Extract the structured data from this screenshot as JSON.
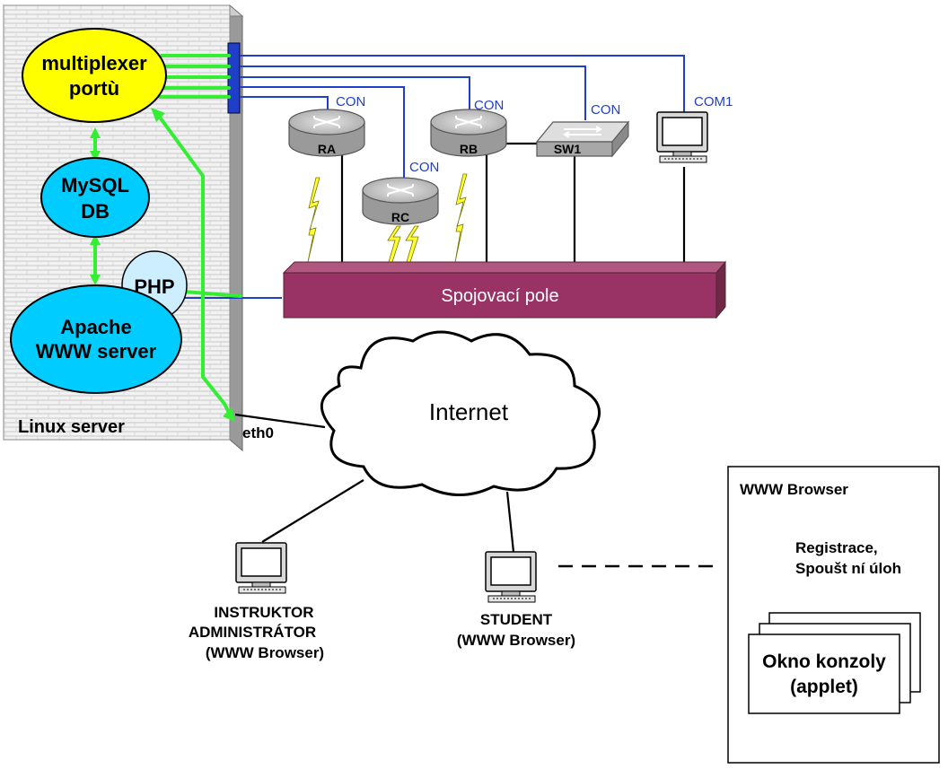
{
  "colors": {
    "green_link": "#33ee33",
    "blue_link": "#1f3fc8",
    "multiplexer_fill": "#ffff00",
    "mysql_fill": "#00ccff",
    "apache_fill": "#00ccff",
    "php_fill": "#cceeff",
    "patch_panel_fill": "#993366",
    "server_bg": "#f0f0f0",
    "router_fill": "#b9b9b9",
    "label_blue": "#1f3fc8"
  },
  "server": {
    "multiplexer_line1": "multiplexer",
    "multiplexer_line2": "portù",
    "mysql_line1": "MySQL",
    "mysql_line2": "DB",
    "php": "PHP",
    "apache_line1": "Apache",
    "apache_line2": "WWW server",
    "footer": "Linux server",
    "eth": "eth0"
  },
  "devices": {
    "ra": {
      "name": "RA",
      "port": "CON",
      "icon": "router-icon"
    },
    "rb": {
      "name": "RB",
      "port": "CON",
      "icon": "router-icon"
    },
    "rc": {
      "name": "RC",
      "port": "CON",
      "icon": "router-icon"
    },
    "sw1": {
      "name": "SW1",
      "port": "CON",
      "icon": "switch-icon"
    },
    "pc": {
      "port": "COM1",
      "icon": "computer-icon"
    }
  },
  "patch_panel": {
    "label": "Spojovací pole"
  },
  "internet": {
    "label": "Internet",
    "icon": "cloud-icon"
  },
  "clients": {
    "instructor_line1": "INSTRUKTOR",
    "instructor_line2": "ADMINISTRÁTOR",
    "instructor_line3": "(WWW Browser)",
    "student_line1": "STUDENT",
    "student_line2": "(WWW Browser)"
  },
  "browser_panel": {
    "title": "WWW Browser",
    "line1": "Registrace,",
    "line2": "Spoušt ní úloh",
    "console_line1": "Okno konzoly",
    "console_line2": "(applet)"
  }
}
